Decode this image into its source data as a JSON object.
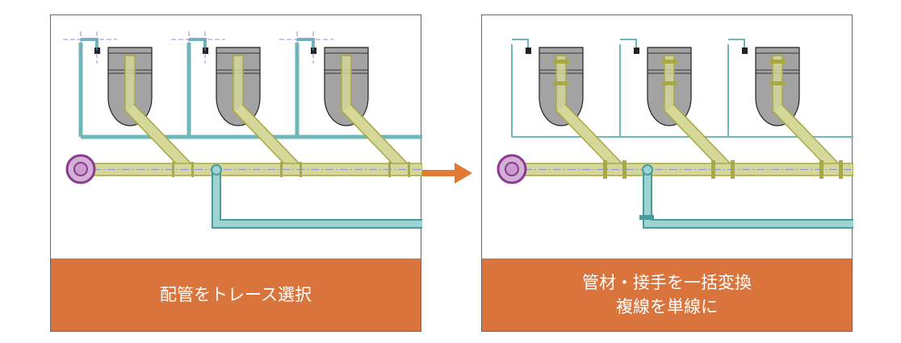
{
  "colors": {
    "caption_bg": "#d8743c",
    "arrow": "#e07a35",
    "drain_pipe": "#d6d89a",
    "drain_edge": "#a8a845",
    "water_pipe": "#6fb8b8",
    "cleanout": "#8a3a8f",
    "fixture": "#a3a3a3"
  },
  "left_panel": {
    "caption_lines": [
      "配管をトレース選択"
    ]
  },
  "right_panel": {
    "caption_lines": [
      "管材・接手を一括変換",
      "複線を単線に"
    ]
  }
}
